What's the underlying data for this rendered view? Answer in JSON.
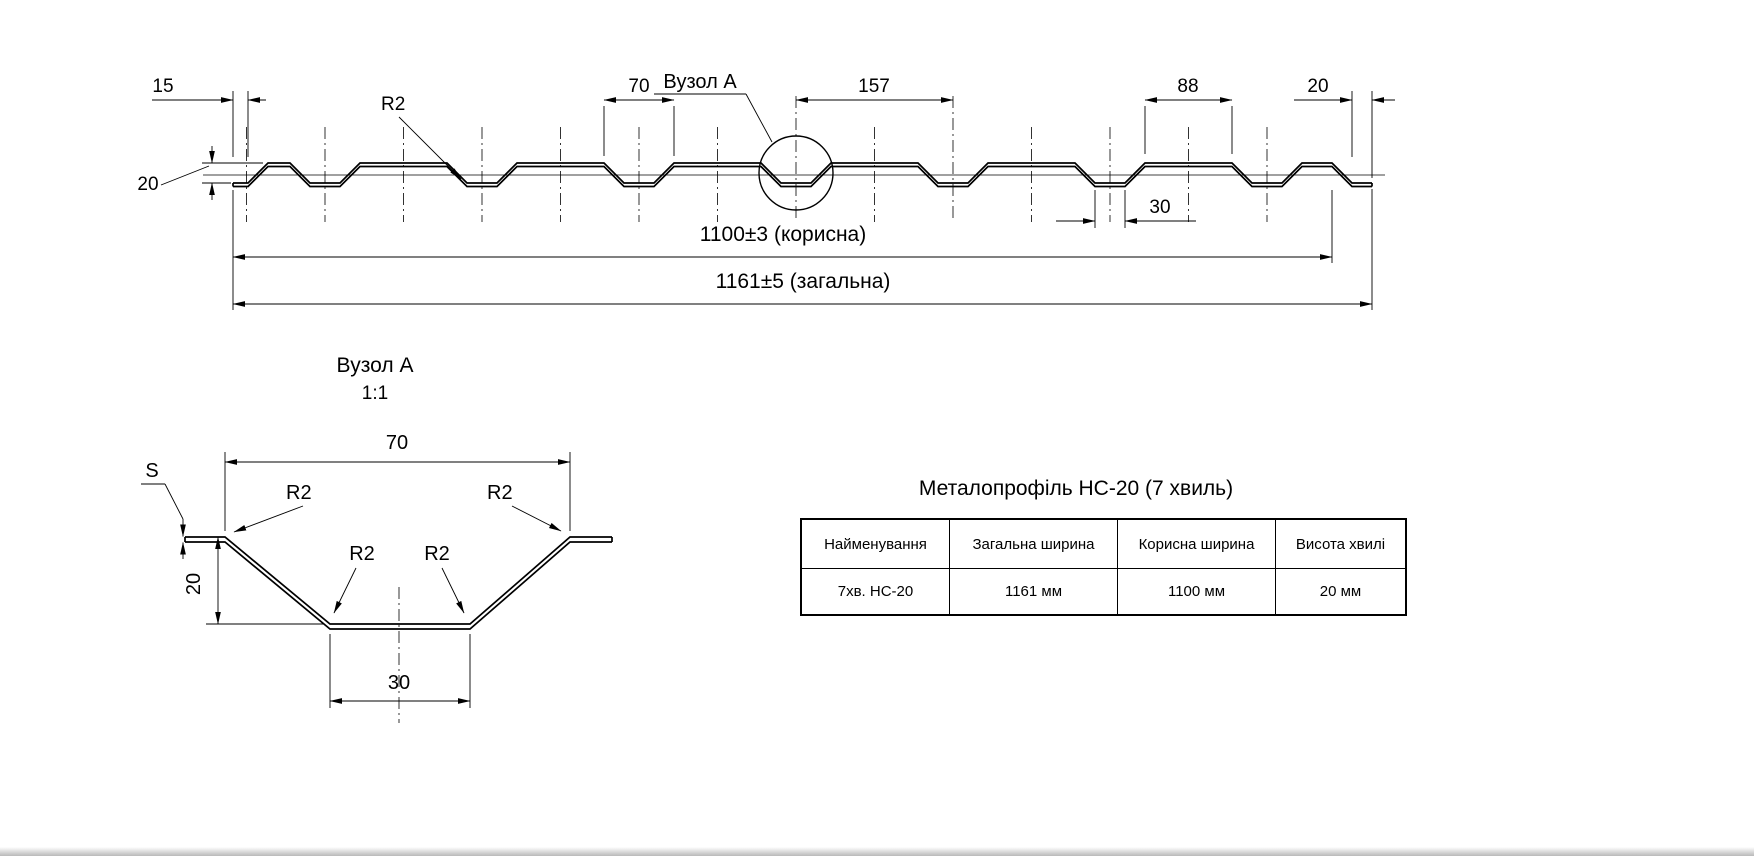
{
  "top_drawing": {
    "node_label": "Вузол А",
    "dim_15": "15",
    "dim_20_left": "20",
    "r2": "R2",
    "dim_70": "70",
    "dim_157": "157",
    "dim_88": "88",
    "dim_20_right": "20",
    "dim_30": "30",
    "dim_useful": "1100±3 (корисна)",
    "dim_total": "1161±5 (загальна)"
  },
  "detail_drawing": {
    "title": "Вузол А",
    "scale": "1:1",
    "dim_70": "70",
    "thickness_label": "S",
    "r2_top_left": "R2",
    "r2_top_right": "R2",
    "r2_bottom_left": "R2",
    "r2_bottom_right": "R2",
    "dim_20": "20",
    "dim_30": "30"
  },
  "spec_table": {
    "title": "Металопрофіль НС-20 (7 хвиль)",
    "headers": [
      "Найменування",
      "Загальна ширина",
      "Корисна ширина",
      "Висота хвилі"
    ],
    "rows": [
      [
        "7хв. НС-20",
        "1161 мм",
        "1100 мм",
        "20 мм"
      ]
    ]
  }
}
